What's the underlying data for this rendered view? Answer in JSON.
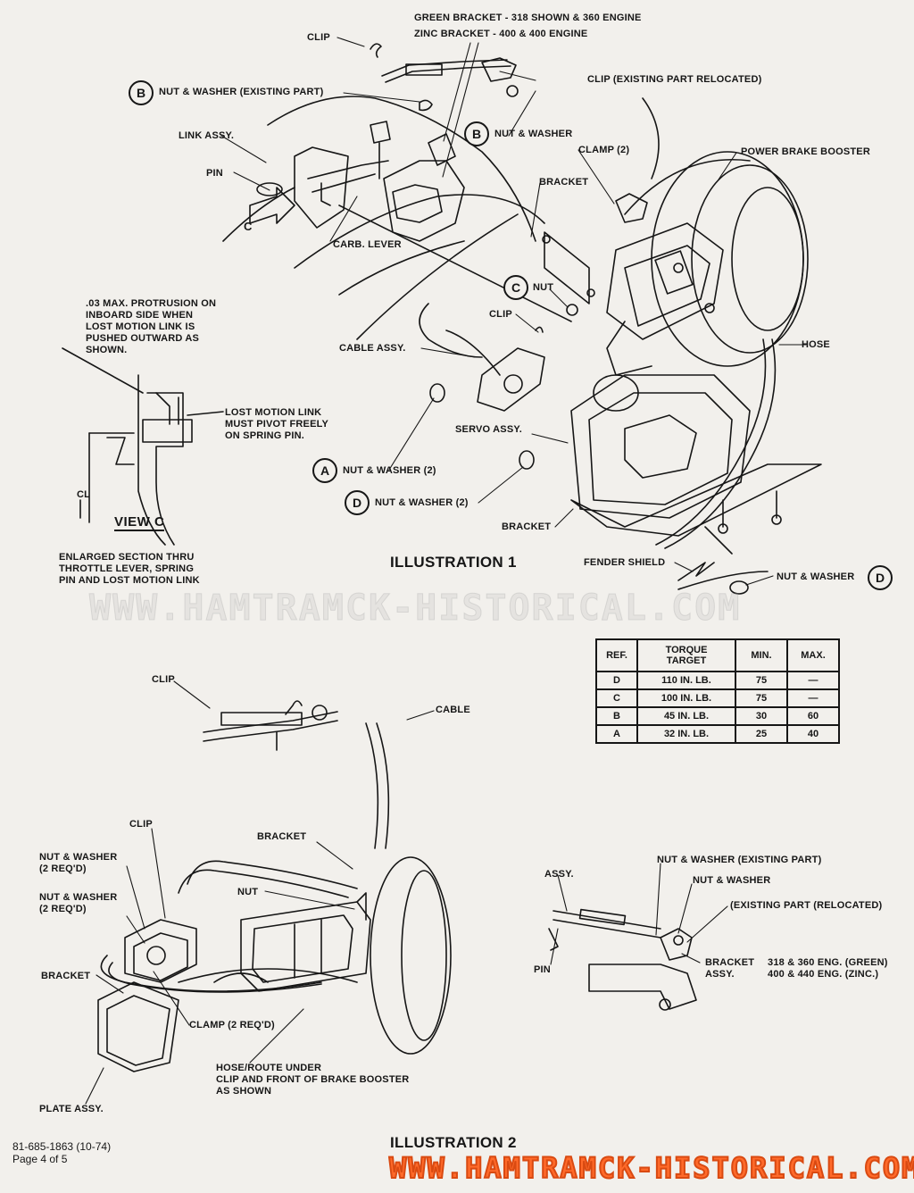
{
  "labels": {
    "green_bracket": "GREEN BRACKET - 318 SHOWN & 360 ENGINE",
    "zinc_bracket": "ZINC BRACKET - 400 & 400 ENGINE",
    "clip_top": "CLIP",
    "clip_existing": "CLIP (EXISTING PART RELOCATED)",
    "nut_washer_existing": "NUT & WASHER (EXISTING PART)",
    "nut_washer_b": "NUT & WASHER",
    "link_assy": "LINK ASSY.",
    "clamp2": "CLAMP (2)",
    "power_brake_booster": "POWER BRAKE BOOSTER",
    "pin": "PIN",
    "bracket_1": "BRACKET",
    "carb_lever": "CARB. LEVER",
    "nut_c": "NUT",
    "clip_mid": "CLIP",
    "cable_assy": "CABLE ASSY.",
    "hose": "HOSE",
    "protrusion_note": ".03 MAX. PROTRUSION ON\nINBOARD SIDE WHEN\nLOST MOTION LINK IS\nPUSHED OUTWARD AS\nSHOWN.",
    "lost_motion_note": "LOST MOTION LINK\nMUST PIVOT FREELY\nON SPRING PIN.",
    "servo_assy": "SERVO ASSY.",
    "nut_washer_a": "NUT & WASHER (2)",
    "nut_washer_d": "NUT & WASHER (2)",
    "bracket_2": "BRACKET",
    "view_c": "VIEW  C",
    "enlarged_section": "ENLARGED SECTION THRU\nTHROTTLE LEVER, SPRING\nPIN AND LOST MOTION LINK",
    "fender_shield": "FENDER SHIELD",
    "nut_washer_d2": "NUT & WASHER",
    "cl_mark": "CL",
    "c_arrow": "C",
    "clip_ill2": "CLIP",
    "cable_ill2": "CABLE",
    "clip_ill2_b": "CLIP",
    "bracket_ill2": "BRACKET",
    "nut_washer_2req_1": "NUT & WASHER\n(2 REQ'D)",
    "nut_ill2": "NUT",
    "nut_washer_2req_2": "NUT & WASHER\n(2 REQ'D)",
    "bracket_ill2_left": "BRACKET",
    "clamp_2req": "CLAMP (2 REQ'D)",
    "hose_route": "HOSE/ROUTE UNDER\nCLIP AND FRONT OF BRAKE BOOSTER\nAS SHOWN",
    "plate_assy": "PLATE ASSY.",
    "assy_right": "ASSY.",
    "pin_right": "PIN",
    "nw_existing_right": "NUT & WASHER (EXISTING PART)",
    "nw_right": "NUT & WASHER",
    "existing_relocated": "(EXISTING PART (RELOCATED)",
    "bracket_assy_right": "BRACKET\nASSY.",
    "engine_colors": "318 & 360 ENG. (GREEN)\n400 & 440 ENG. (ZINC.)"
  },
  "refs": {
    "b1": "B",
    "b2": "B",
    "c": "C",
    "a": "A",
    "d1": "D",
    "d2": "D"
  },
  "titles": {
    "illustration1": "ILLUSTRATION 1",
    "illustration2": "ILLUSTRATION 2"
  },
  "torque_table": {
    "headers": [
      "REF.",
      "TORQUE\nTARGET",
      "MIN.",
      "MAX."
    ],
    "rows": [
      [
        "D",
        "110 IN. LB.",
        "75",
        "—"
      ],
      [
        "C",
        "100 IN. LB.",
        "75",
        "—"
      ],
      [
        "B",
        "45 IN. LB.",
        "30",
        "60"
      ],
      [
        "A",
        "32 IN. LB.",
        "25",
        "40"
      ]
    ]
  },
  "footer": {
    "doc_number": "81-685-1863 (10-74)\nPage 4 of 5"
  },
  "watermark": {
    "text": "WWW.HAMTRAMCK-HISTORICAL.COM"
  },
  "colors": {
    "ink": "#161616",
    "paper": "#f2f0ec",
    "watermark_orange": "#ff6a2a"
  }
}
